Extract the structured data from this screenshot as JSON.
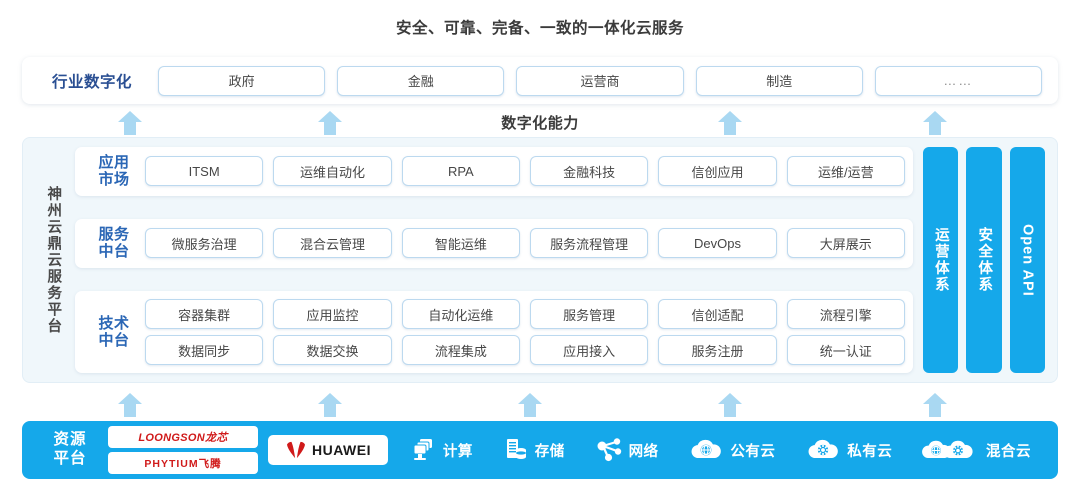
{
  "title": "安全、可靠、完备、一致的一体化云服务",
  "capability_label": "数字化能力",
  "industry": {
    "label": "行业数字化",
    "items": [
      "政府",
      "金融",
      "运营商",
      "制造",
      "……"
    ]
  },
  "platform": {
    "vertical_label": "神州云鼎云服务平台",
    "tiers": [
      {
        "label": "应用\n市场",
        "rows": [
          [
            "ITSM",
            "运维自动化",
            "RPA",
            "金融科技",
            "信创应用",
            "运维/运营"
          ]
        ]
      },
      {
        "label": "服务\n中台",
        "rows": [
          [
            "微服务治理",
            "混合云管理",
            "智能运维",
            "服务流程管理",
            "DevOps",
            "大屏展示"
          ]
        ]
      },
      {
        "label": "技术\n中台",
        "rows": [
          [
            "容器集群",
            "应用监控",
            "自动化运维",
            "服务管理",
            "信创适配",
            "流程引擎"
          ],
          [
            "数据同步",
            "数据交换",
            "流程集成",
            "应用接入",
            "服务注册",
            "统一认证"
          ]
        ]
      }
    ],
    "side_bars": [
      "运营体系",
      "安全体系",
      "Open API"
    ]
  },
  "resource": {
    "label": "资源\n平台",
    "chip_logos": [
      "LOONGSON龙芯",
      "PHYTIUM飞腾"
    ],
    "huawei": "HUAWEI",
    "items": [
      {
        "icon": "compute-icon",
        "text": "计算"
      },
      {
        "icon": "storage-icon",
        "text": "存储"
      },
      {
        "icon": "network-icon",
        "text": "网络"
      },
      {
        "icon": "public-cloud-icon",
        "text": "公有云"
      },
      {
        "icon": "private-cloud-icon",
        "text": "私有云"
      },
      {
        "icon": "hybrid-cloud-icon",
        "text": "混合云"
      }
    ]
  },
  "arrows": {
    "upper": [
      130,
      330,
      730,
      935
    ],
    "lower": [
      130,
      330,
      530,
      730,
      935
    ]
  },
  "colors": {
    "accent_blue": "#15a8ea",
    "arrow_blue": "#a9d8f2",
    "label_blue": "#2a66b5",
    "industry_label_blue": "#2a4f93",
    "panel_bg": "#f0f7fb",
    "chip_border": "#bcd9ef",
    "logo_red": "#d01a1a"
  }
}
